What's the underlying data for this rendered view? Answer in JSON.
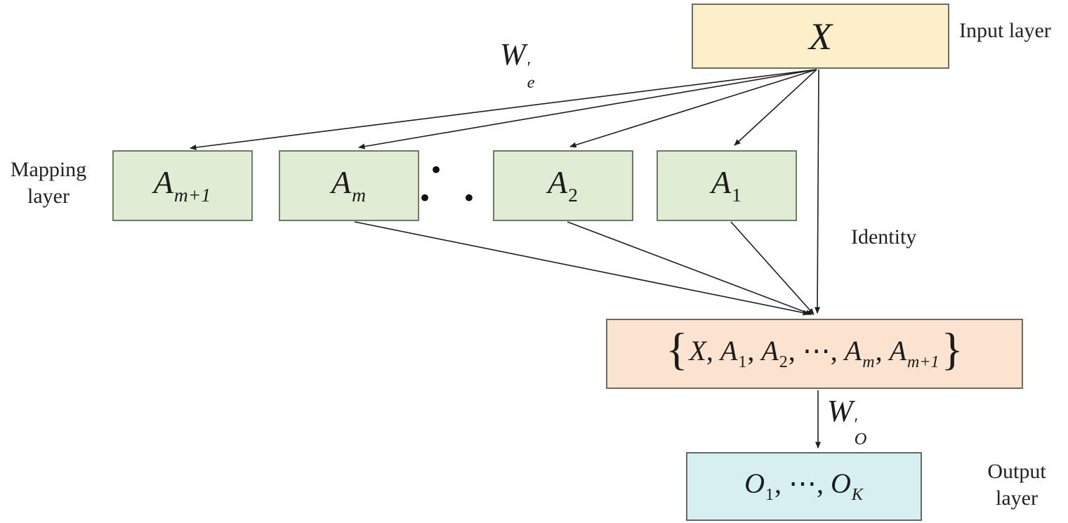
{
  "labels": {
    "input_layer": "Input layer",
    "mapping_layer_line1": "Mapping",
    "mapping_layer_line2": "layer",
    "identity": "Identity",
    "output_layer_line1": "Output",
    "output_layer_line2": "layer",
    "ellipsis": "•  •  •"
  },
  "weights": {
    "encoder": {
      "base": "W",
      "prime": "′",
      "sub": "e"
    },
    "output": {
      "base": "W",
      "prime": "′",
      "sub": "O"
    }
  },
  "nodes": {
    "input": {
      "math": [
        {
          "t": "X",
          "i": 1
        }
      ]
    },
    "mapping": [
      {
        "math": [
          {
            "t": "A",
            "i": 1,
            "sub": "m+1",
            "si": 1
          }
        ]
      },
      {
        "math": [
          {
            "t": "A",
            "i": 1,
            "sub": "m",
            "si": 1
          }
        ]
      },
      {
        "math": [
          {
            "t": "A",
            "i": 1,
            "sub": "2"
          }
        ]
      },
      {
        "math": [
          {
            "t": "A",
            "i": 1,
            "sub": "1"
          }
        ]
      }
    ],
    "concat": {
      "math": [
        {
          "t": "{",
          "brace": 1
        },
        {
          "t": "X",
          "i": 1
        },
        {
          "t": ", "
        },
        {
          "t": "A",
          "i": 1,
          "sub": "1"
        },
        {
          "t": ", "
        },
        {
          "t": "A",
          "i": 1,
          "sub": "2"
        },
        {
          "t": ", ⋯, "
        },
        {
          "t": "A",
          "i": 1,
          "sub": "m",
          "si": 1
        },
        {
          "t": ", "
        },
        {
          "t": "A",
          "i": 1,
          "sub": "m+1",
          "si": 1
        },
        {
          "t": "}",
          "brace": 1
        }
      ]
    },
    "output": {
      "math": [
        {
          "t": "O",
          "i": 1,
          "sub": "1"
        },
        {
          "t": ", ⋯, "
        },
        {
          "t": "O",
          "i": 1,
          "sub": "K",
          "si": 1
        }
      ]
    }
  },
  "colors": {
    "input_fill": "#fdefc9",
    "mapping_fill": "#e1ecd4",
    "concat_fill": "#fbe3cf",
    "output_fill": "#d6eff1",
    "arrow": "#1f1f1f"
  }
}
